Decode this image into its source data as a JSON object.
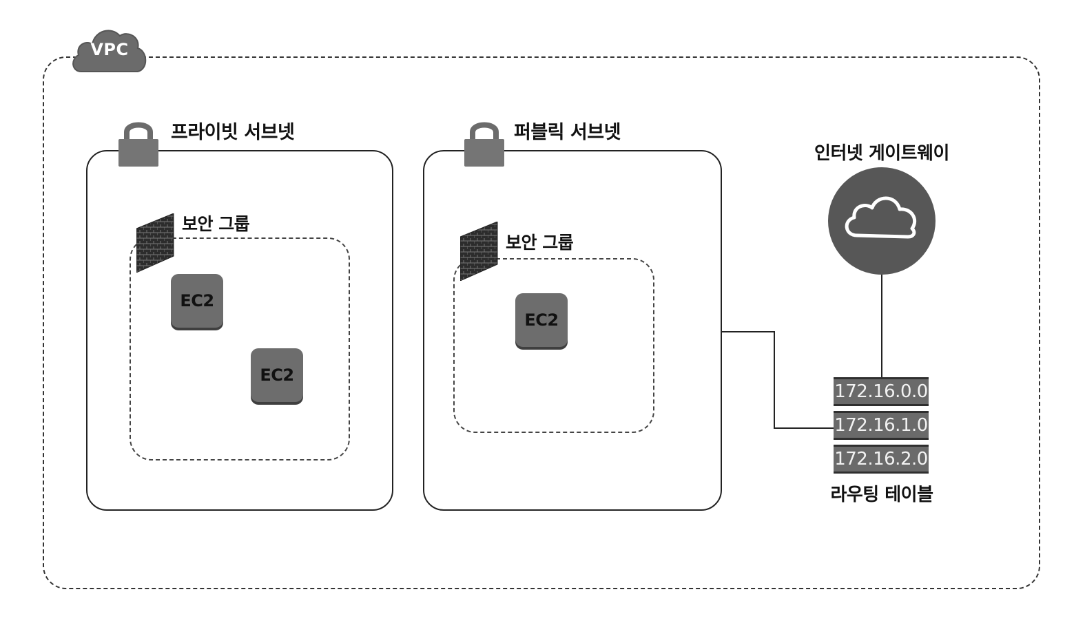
{
  "vpc": {
    "label": "VPC"
  },
  "private_subnet": {
    "label": "프라이빗 서브넷",
    "security_group": {
      "label": "보안 그룹",
      "instances": [
        "EC2",
        "EC2"
      ]
    }
  },
  "public_subnet": {
    "label": "퍼블릭 서브넷",
    "security_group": {
      "label": "보안 그룹",
      "instances": [
        "EC2"
      ]
    }
  },
  "internet_gateway": {
    "label": "인터넷 게이트웨이"
  },
  "route_table": {
    "label": "라우팅 테이블",
    "routes": [
      "172.16.0.0",
      "172.16.1.0",
      "172.16.2.0"
    ]
  },
  "colors": {
    "icon_gray": "#6d6d6d",
    "dark_gray": "#575757",
    "border": "#222222"
  }
}
